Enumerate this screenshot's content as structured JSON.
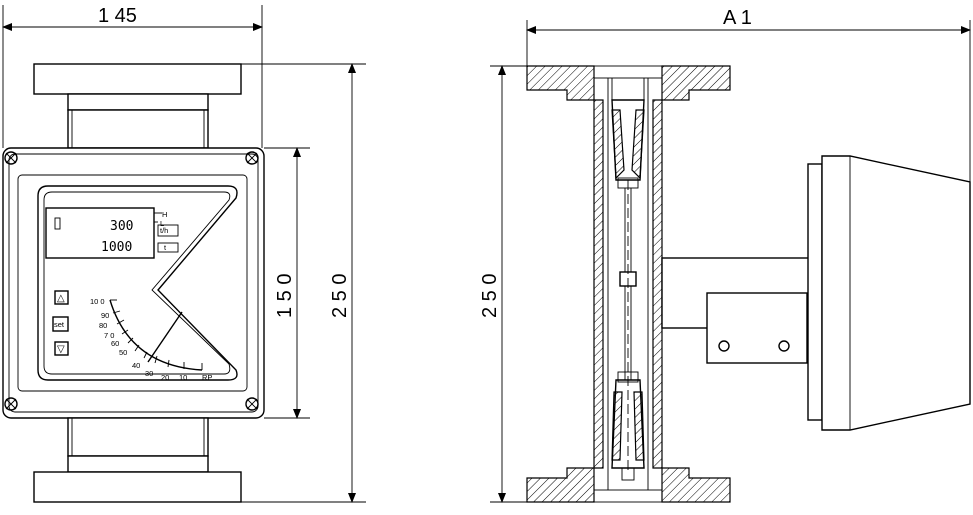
{
  "dimensions": {
    "front_width": "1 45",
    "side_width": "A 1",
    "body_height": "1 5 0",
    "total_height_front": "2 5 0",
    "total_height_side": "2 5 0"
  },
  "display": {
    "upper_value": "300",
    "lower_value": "1000",
    "high_mark": "H",
    "low_mark": "L",
    "unit_box": "t/h",
    "total_box": "t"
  },
  "buttons": {
    "up": "△",
    "set": "set",
    "down": "▽"
  },
  "scale": {
    "labels": [
      "10 0",
      "90",
      "80",
      "7 0",
      "60",
      "50",
      "40",
      "30",
      "20",
      "10"
    ],
    "unit": "RP"
  }
}
